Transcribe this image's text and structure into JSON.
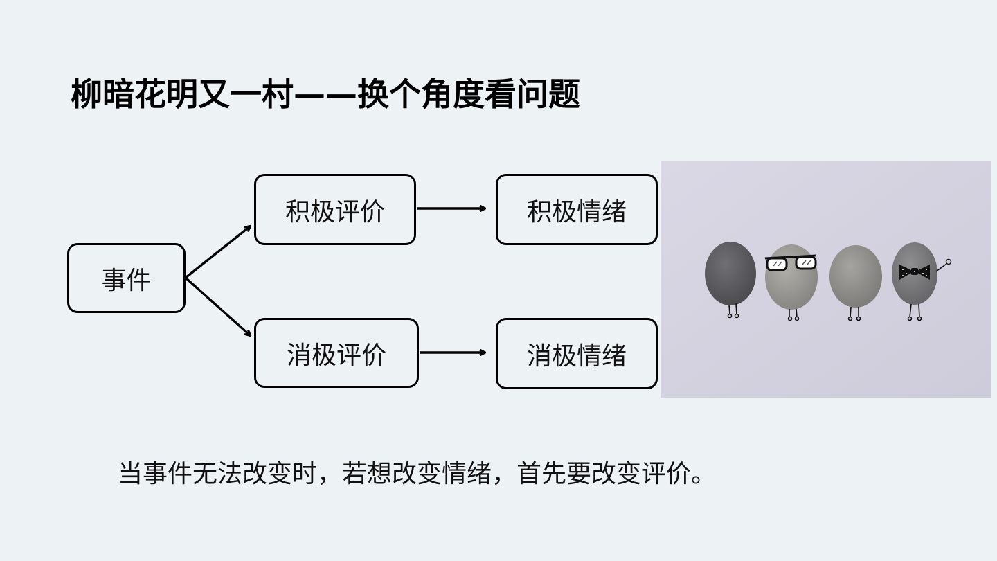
{
  "title": "柳暗花明又一村——换个角度看问题",
  "diagram": {
    "event": "事件",
    "positive_evaluation": "积极评价",
    "negative_evaluation": "消极评价",
    "positive_emotion": "积极情绪",
    "negative_emotion": "消极情绪"
  },
  "photo": {
    "description": "four painted pebbles with stick legs, one with sunglasses, one with a bow tie",
    "background_color": "#d4d2e0"
  },
  "conclusion": "当事件无法改变时，若想改变情绪，首先要改变评价。"
}
